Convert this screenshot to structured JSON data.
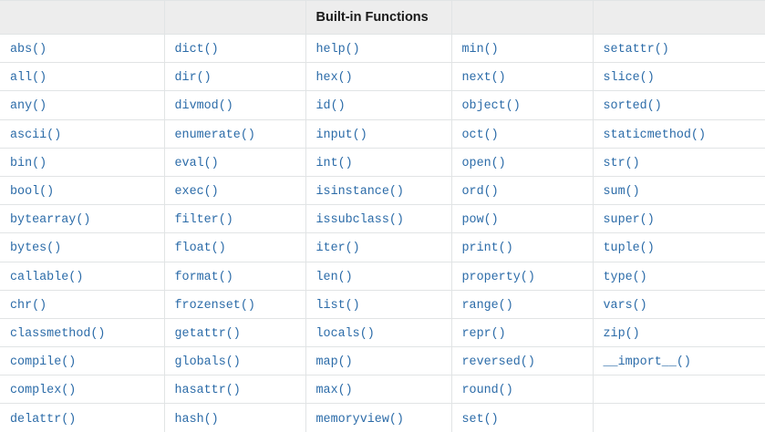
{
  "table": {
    "title": "Built-in Functions",
    "title_column_index": 2,
    "link_color": "#2b6ba8",
    "header_background": "#ededed",
    "border_color": "#e1e4e5",
    "column_headers": [
      "",
      "",
      "Built-in Functions",
      "",
      ""
    ],
    "columns": [
      [
        "abs()",
        "all()",
        "any()",
        "ascii()",
        "bin()",
        "bool()",
        "bytearray()",
        "bytes()",
        "callable()",
        "chr()",
        "classmethod()",
        "compile()",
        "complex()",
        "delattr()"
      ],
      [
        "dict()",
        "dir()",
        "divmod()",
        "enumerate()",
        "eval()",
        "exec()",
        "filter()",
        "float()",
        "format()",
        "frozenset()",
        "getattr()",
        "globals()",
        "hasattr()",
        "hash()"
      ],
      [
        "help()",
        "hex()",
        "id()",
        "input()",
        "int()",
        "isinstance()",
        "issubclass()",
        "iter()",
        "len()",
        "list()",
        "locals()",
        "map()",
        "max()",
        "memoryview()"
      ],
      [
        "min()",
        "next()",
        "object()",
        "oct()",
        "open()",
        "ord()",
        "pow()",
        "print()",
        "property()",
        "range()",
        "repr()",
        "reversed()",
        "round()",
        "set()"
      ],
      [
        "setattr()",
        "slice()",
        "sorted()",
        "staticmethod()",
        "str()",
        "sum()",
        "super()",
        "tuple()",
        "type()",
        "vars()",
        "zip()",
        "__import__()",
        "",
        ""
      ]
    ],
    "rows": [
      [
        "abs()",
        "dict()",
        "help()",
        "min()",
        "setattr()"
      ],
      [
        "all()",
        "dir()",
        "hex()",
        "next()",
        "slice()"
      ],
      [
        "any()",
        "divmod()",
        "id()",
        "object()",
        "sorted()"
      ],
      [
        "ascii()",
        "enumerate()",
        "input()",
        "oct()",
        "staticmethod()"
      ],
      [
        "bin()",
        "eval()",
        "int()",
        "open()",
        "str()"
      ],
      [
        "bool()",
        "exec()",
        "isinstance()",
        "ord()",
        "sum()"
      ],
      [
        "bytearray()",
        "filter()",
        "issubclass()",
        "pow()",
        "super()"
      ],
      [
        "bytes()",
        "float()",
        "iter()",
        "print()",
        "tuple()"
      ],
      [
        "callable()",
        "format()",
        "len()",
        "property()",
        "type()"
      ],
      [
        "chr()",
        "frozenset()",
        "list()",
        "range()",
        "vars()"
      ],
      [
        "classmethod()",
        "getattr()",
        "locals()",
        "repr()",
        "zip()"
      ],
      [
        "compile()",
        "globals()",
        "map()",
        "reversed()",
        "__import__()"
      ],
      [
        "complex()",
        "hasattr()",
        "max()",
        "round()",
        ""
      ],
      [
        "delattr()",
        "hash()",
        "memoryview()",
        "set()",
        ""
      ]
    ]
  }
}
